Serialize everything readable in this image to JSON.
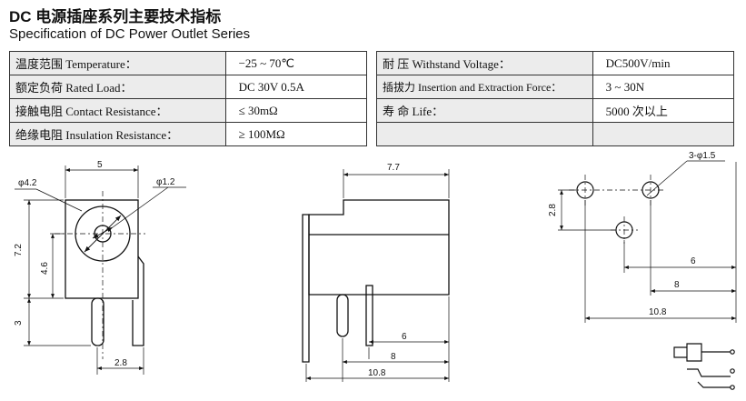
{
  "header": {
    "title_cn": "DC 电源插座系列主要技术指标",
    "title_en": "Specification of DC Power Outlet Series"
  },
  "spec_left": [
    {
      "label": "温度范围 Temperature：",
      "value": "−25 ~ 70℃"
    },
    {
      "label": "额定负荷 Rated Load：",
      "value": "DC 30V 0.5A"
    },
    {
      "label": "接触电阻 Contact Resistance：",
      "value": "≤ 30mΩ"
    },
    {
      "label": "绝缘电阻 Insulation Resistance：",
      "value": "≥ 100MΩ"
    }
  ],
  "spec_right": [
    {
      "label": "耐 压 Withstand Voltage：",
      "value": "DC500V/min"
    },
    {
      "label": "插拔力 Insertion and Extraction Force：",
      "value": "3 ~ 30N"
    },
    {
      "label": "寿 命 Life：",
      "value": "5000 次以上"
    }
  ],
  "drawing_front": {
    "width": "5",
    "hole_dia": "φ4.2",
    "pin_dia": "φ1.2",
    "height": "7.2",
    "center_height": "4.6",
    "pin_length": "3",
    "pin_offset": "2.8"
  },
  "drawing_side": {
    "length": "7.7",
    "pin_dist_1": "6",
    "pin_dist_2": "8",
    "total_length": "10.8"
  },
  "drawing_pcb": {
    "holes": "3-φ1.5",
    "vertical": "2.8",
    "dist_1": "6",
    "dist_2": "8",
    "total": "10.8"
  }
}
